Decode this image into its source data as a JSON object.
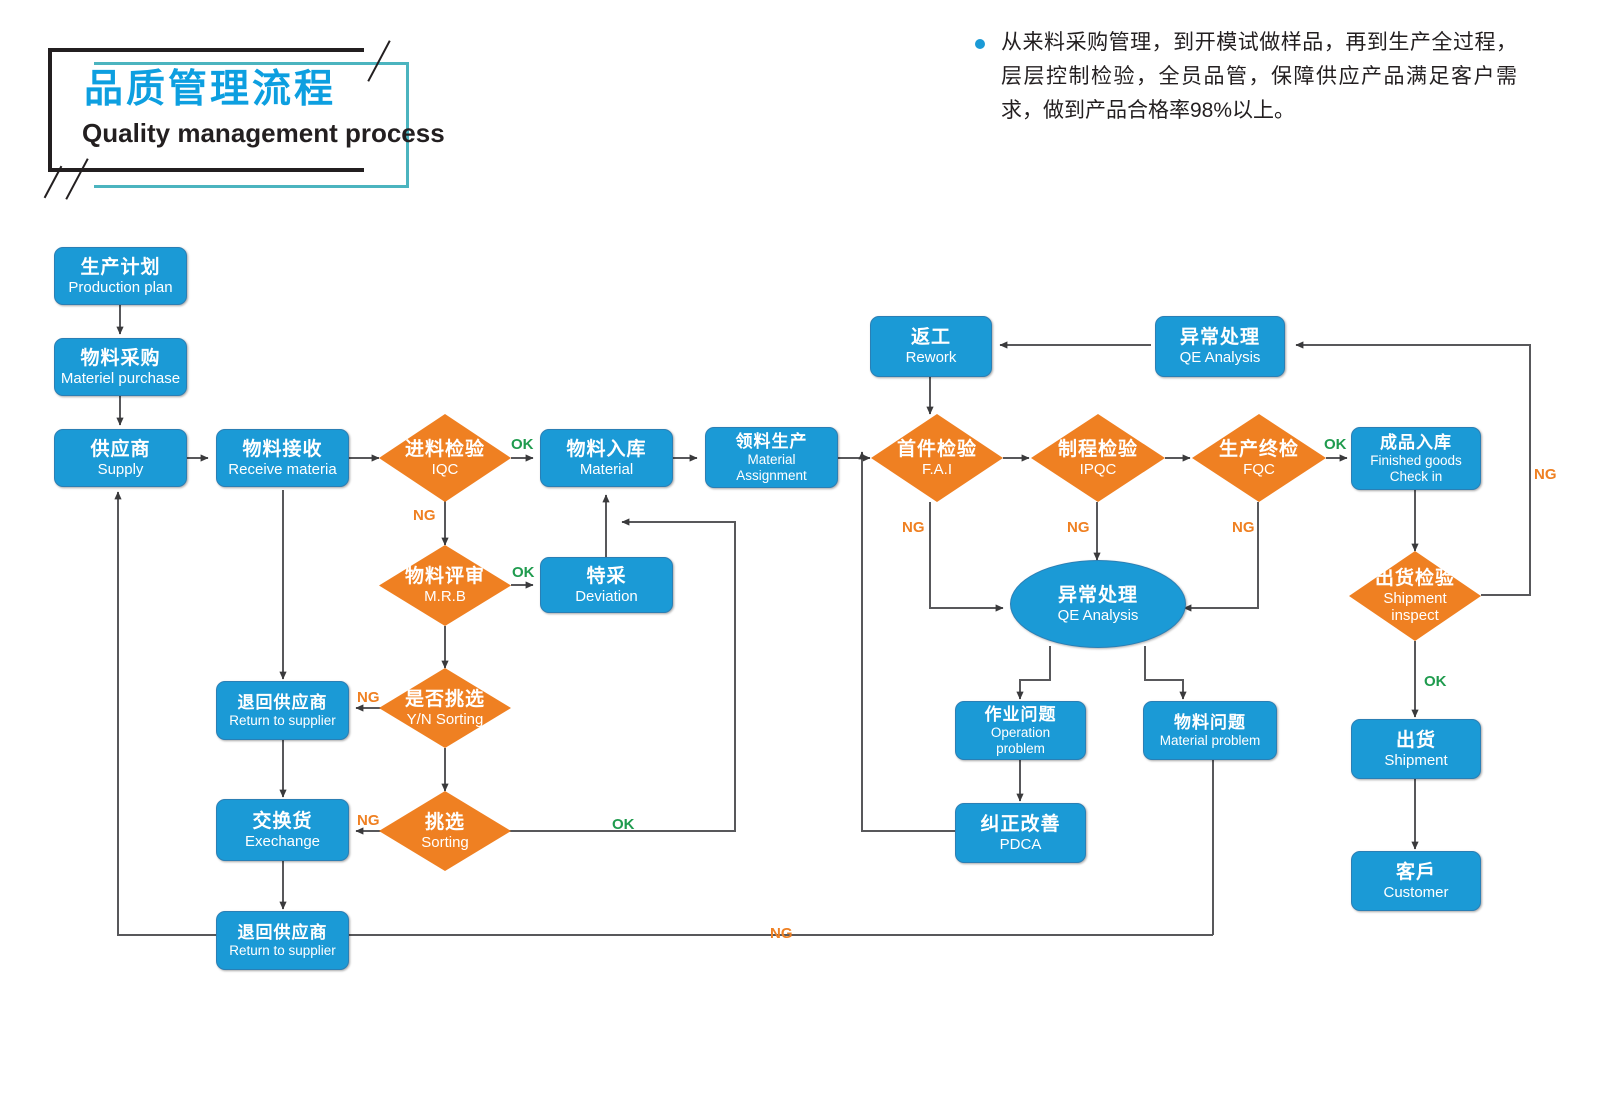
{
  "title": {
    "cn": "品质管理流程",
    "en": "Quality management process"
  },
  "intro": {
    "bullet_icon": "bullet-dot",
    "text": "从来料采购管理，到开模试做样品，再到生产全过程，层层控制检验，全员品管，保障供应产品满足客户需求，做到产品合格率98%以上。"
  },
  "colors": {
    "process_blue": "#1b9ad6",
    "decision_orange": "#ef8022",
    "ok_green": "#1f9b4e",
    "ng_orange": "#ef8022",
    "title_blue": "#0d9fe0",
    "title_teal": "#4bb4bf",
    "line_gray": "#58585b"
  },
  "nodes": [
    {
      "id": "production-plan",
      "shape": "rect",
      "cn": "生产计划",
      "en": "Production plan"
    },
    {
      "id": "materiel-purchase",
      "shape": "rect",
      "cn": "物料采购",
      "en": "Materiel purchase"
    },
    {
      "id": "supply",
      "shape": "rect",
      "cn": "供应商",
      "en": "Supply"
    },
    {
      "id": "receive-materia",
      "shape": "rect",
      "cn": "物料接收",
      "en": "Receive materia"
    },
    {
      "id": "iqc",
      "shape": "diamond",
      "cn": "进料检验",
      "en": "IQC"
    },
    {
      "id": "material-checkin",
      "shape": "rect",
      "cn": "物料入库",
      "en": "Material"
    },
    {
      "id": "material-assignment",
      "shape": "rect",
      "cn": "领料生产",
      "en": "Material\nAssignment"
    },
    {
      "id": "mrb",
      "shape": "diamond",
      "cn": "物料评审",
      "en": "M.R.B"
    },
    {
      "id": "deviation",
      "shape": "rect",
      "cn": "特采",
      "en": "Deviation"
    },
    {
      "id": "yn-sorting",
      "shape": "diamond",
      "cn": "是否挑选",
      "en": "Y/N Sorting"
    },
    {
      "id": "return-supplier-1",
      "shape": "rect",
      "cn": "退回供应商",
      "en": "Return to supplier"
    },
    {
      "id": "sorting",
      "shape": "diamond",
      "cn": "挑选",
      "en": "Sorting"
    },
    {
      "id": "exchange",
      "shape": "rect",
      "cn": "交换货",
      "en": "Exechange"
    },
    {
      "id": "return-supplier-2",
      "shape": "rect",
      "cn": "退回供应商",
      "en": "Return to supplier"
    },
    {
      "id": "rework",
      "shape": "rect",
      "cn": "返工",
      "en": "Rework"
    },
    {
      "id": "qe-analysis-top",
      "shape": "rect",
      "cn": "异常处理",
      "en": "QE Analysis"
    },
    {
      "id": "fai",
      "shape": "diamond",
      "cn": "首件检验",
      "en": "F.A.I"
    },
    {
      "id": "ipqc",
      "shape": "diamond",
      "cn": "制程检验",
      "en": "IPQC"
    },
    {
      "id": "fqc",
      "shape": "diamond",
      "cn": "生产终检",
      "en": "FQC"
    },
    {
      "id": "finished-goods",
      "shape": "rect",
      "cn": "成品入库",
      "en": "Finished goods\nCheck in"
    },
    {
      "id": "qe-analysis-center",
      "shape": "ellipse",
      "cn": "异常处理",
      "en": "QE Analysis"
    },
    {
      "id": "operation-problem",
      "shape": "rect",
      "cn": "作业问题",
      "en": "Operation\nproblem"
    },
    {
      "id": "material-problem",
      "shape": "rect",
      "cn": "物料问题",
      "en": "Material problem"
    },
    {
      "id": "pdca",
      "shape": "rect",
      "cn": "纠正改善",
      "en": "PDCA"
    },
    {
      "id": "shipment-inspect",
      "shape": "diamond",
      "cn": "出货检验",
      "en": "Shipment\ninspect"
    },
    {
      "id": "shipment",
      "shape": "rect",
      "cn": "出货",
      "en": "Shipment"
    },
    {
      "id": "customer",
      "shape": "rect",
      "cn": "客戶",
      "en": "Customer"
    }
  ],
  "edge_labels": [
    {
      "id": "ok-iqc",
      "text": "OK",
      "kind": "ok"
    },
    {
      "id": "ng-iqc",
      "text": "NG",
      "kind": "ng"
    },
    {
      "id": "ok-mrb",
      "text": "OK",
      "kind": "ok"
    },
    {
      "id": "ng-yn-sorting",
      "text": "NG",
      "kind": "ng"
    },
    {
      "id": "ng-sorting",
      "text": "NG",
      "kind": "ng"
    },
    {
      "id": "ok-sorting",
      "text": "OK",
      "kind": "ok"
    },
    {
      "id": "ng-bottom",
      "text": "NG",
      "kind": "ng"
    },
    {
      "id": "ng-fai",
      "text": "NG",
      "kind": "ng"
    },
    {
      "id": "ng-ipqc",
      "text": "NG",
      "kind": "ng"
    },
    {
      "id": "ng-fqc",
      "text": "NG",
      "kind": "ng"
    },
    {
      "id": "ok-fqc",
      "text": "OK",
      "kind": "ok"
    },
    {
      "id": "ng-shipment",
      "text": "NG",
      "kind": "ng"
    },
    {
      "id": "ok-shipment",
      "text": "OK",
      "kind": "ok"
    }
  ]
}
